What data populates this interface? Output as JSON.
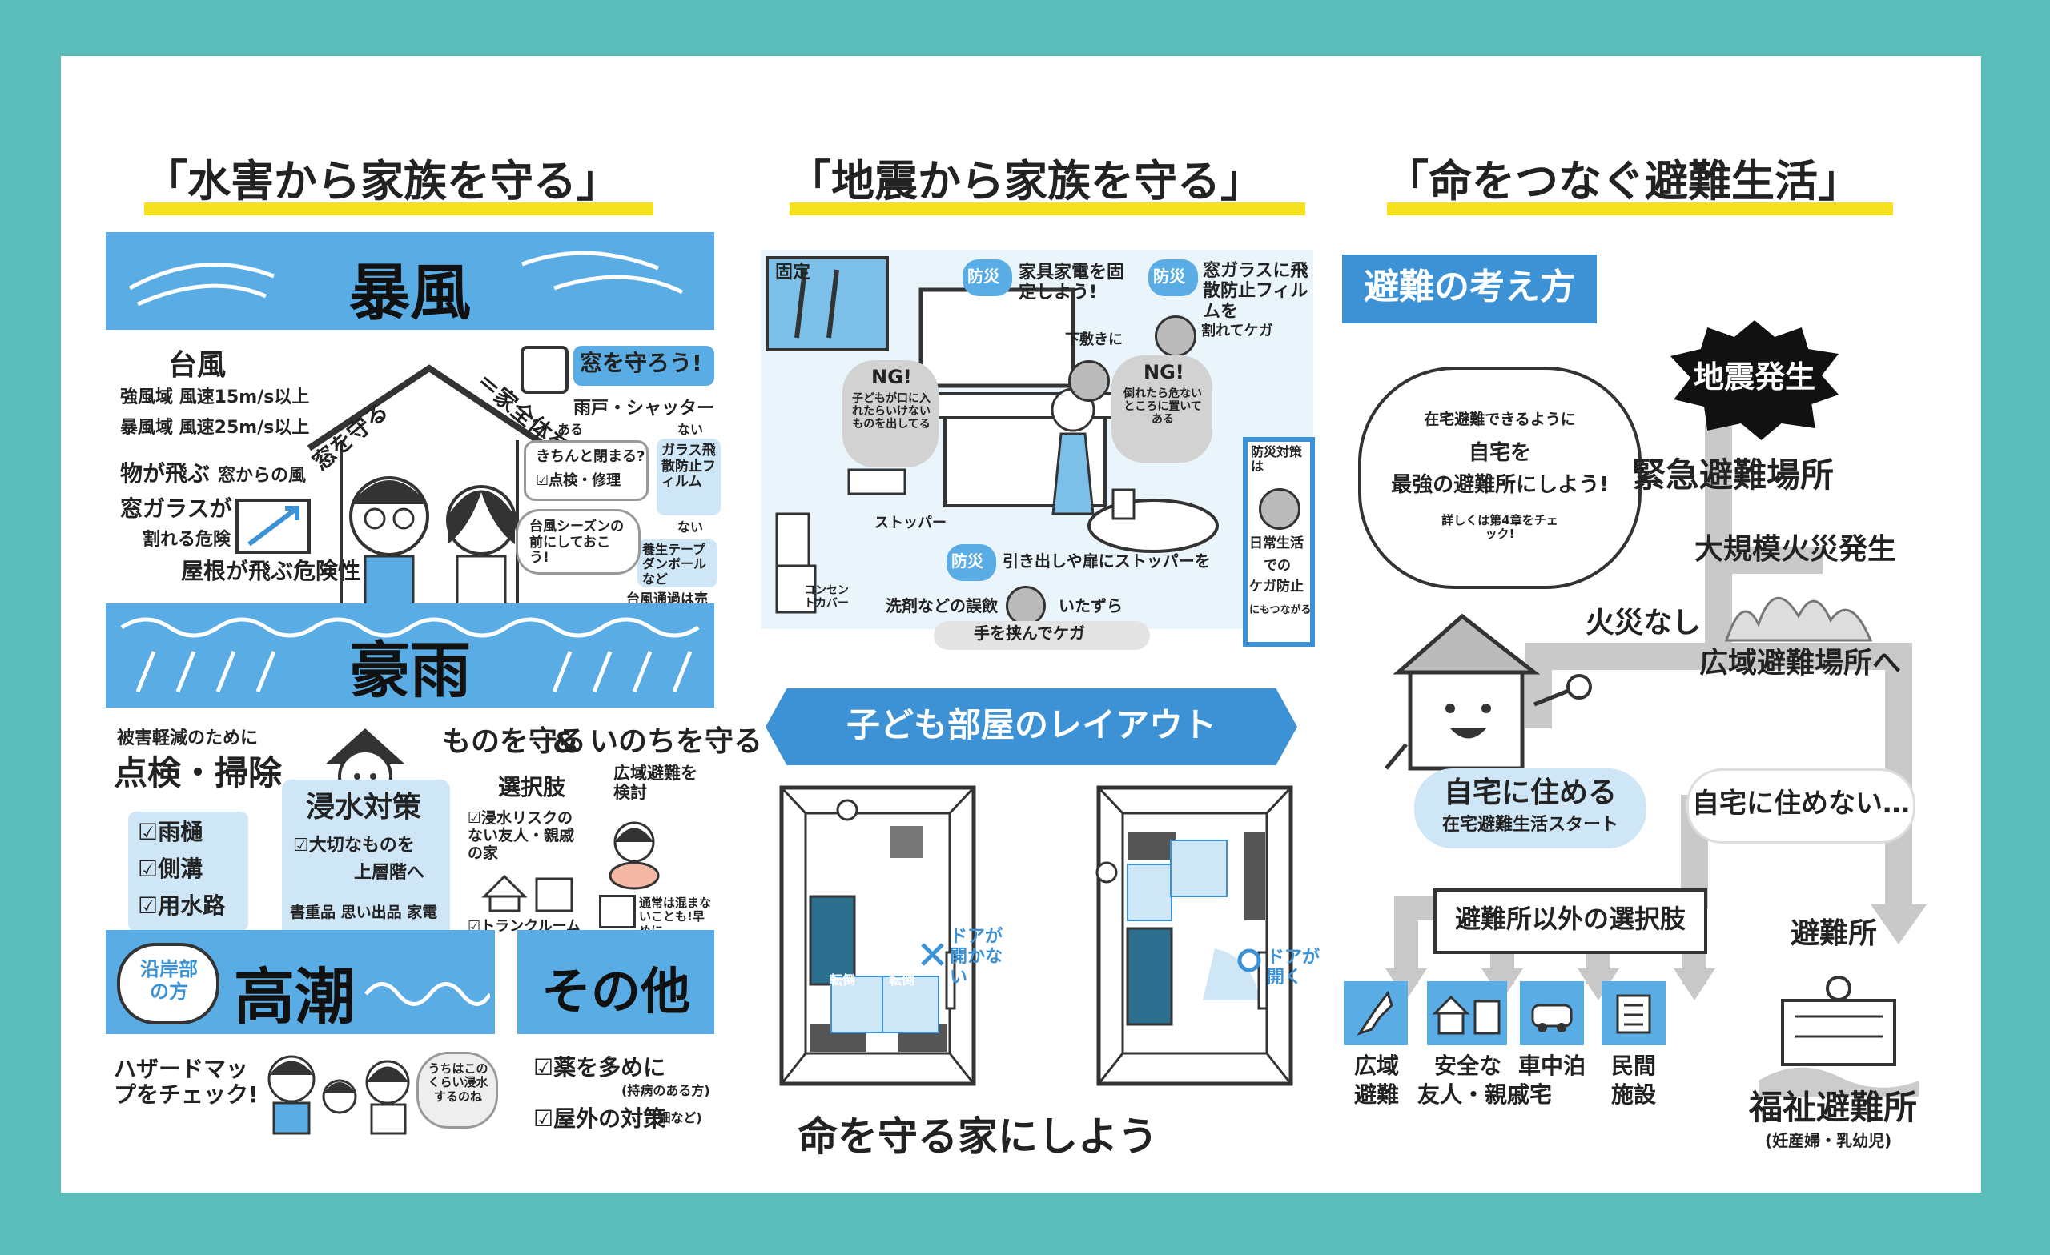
{
  "titles": {
    "flood": "「水害から家族を守る」",
    "quake": "「地震から家族を守る」",
    "life": "「命をつなぐ避難生活」"
  },
  "flood": {
    "storm": {
      "heading": "暴風",
      "typhoon": "台風",
      "zone1": "強風域 風速15m/s以上",
      "zone2": "暴風域 風速25m/s以上",
      "flying1": "物が飛ぶ",
      "from_window": "窓からの風",
      "glass1": "窓ガラスが",
      "glass2": "割れる危険",
      "roof": "屋根が飛ぶ危険性",
      "protect_window": "窓を守る",
      "protect_house": "＝家全体を守る",
      "window_title": "窓を守ろう!",
      "shutter": "雨戸・シャッター",
      "aru": "ある",
      "nai": "ない",
      "check1": "きちんと閉まる?",
      "check2": "☑点検・修理",
      "glass_film": "ガラス飛散防止フィルム",
      "nai2": "ない",
      "tape": "養生テープダンボールなど",
      "season": "台風シーズンの前にしておこう!",
      "note": "台風通過は売り切れることも!"
    },
    "rain": {
      "heading": "豪雨",
      "reduce": "被害軽減のために",
      "inspect": "点検・掃除",
      "items": [
        "☑雨樋",
        "☑側溝",
        "☑用水路"
      ],
      "protect_things": "ものを守る",
      "amp": "&",
      "protect_life": "いのちを守る",
      "flood_title": "浸水対策",
      "flood_item1": "☑大切なものを",
      "flood_item2": "上層階へ",
      "flood_tags": "書重品 思い出品 家電",
      "choice": "選択肢",
      "choice1": "☑浸水リスクのない友人・親戚の家",
      "choice2": "☑トランクルーム",
      "wide_area": "広域避難を検討",
      "early": "通常は混まないことも!早めに"
    },
    "tide": {
      "coastal": "沿岸部の方",
      "heading": "高潮",
      "hazard": "ハザードマップをチェック!",
      "bubble": "うちはこのくらい浸水するのね"
    },
    "other": {
      "heading": "その他",
      "item1": "☑薬を多めに",
      "item1_note": "(持病のある方)",
      "item2": "☑屋外の対策",
      "item2_note": "(畑など)"
    }
  },
  "quake": {
    "fixed": "固定",
    "bousai": "防災",
    "fix_furniture": "家具家電を固定しよう!",
    "fall_under": "下敷きに",
    "film": "窓ガラスに飛散防止フィルムを",
    "cut": "割れてケガ",
    "ng": "NG!",
    "ng1": "子どもが口に入れたらいけないものを出してる",
    "ng2": "倒れたら危ないところに置いてある",
    "side_title": "防災対策は",
    "side1": "日常生活",
    "side2": "での",
    "side3": "ケガ防止",
    "side4": "にもつながる",
    "stopper": "ストッパー",
    "outlet": "コンセントカバー",
    "drawer": "引き出しや扉にストッパーを",
    "detergent": "洗剤などの誤飲",
    "mischief": "いたずら",
    "pinch": "手を挟んでケガ",
    "room_banner": "子ども部屋のレイアウト",
    "door_ng": "ドアが開かない",
    "door_ok": "ドアが開く",
    "fall1": "転倒",
    "fall2": "転倒",
    "closing": "命を守る家にしよう"
  },
  "life": {
    "concept": "避難の考え方",
    "cloud1": "在宅避難できるように",
    "cloud2": "自宅を",
    "cloud3": "最強の避難所にしよう!",
    "cloud4": "詳しくは第4章をチェック!",
    "quake_occur": "地震発生",
    "emergency": "緊急避難場所",
    "big_fire": "大規模火災発生",
    "wide_area_site": "広域避難場所へ",
    "no_fire": "火災なし",
    "can_live": "自宅に住める",
    "home_start": "在宅避難生活スタート",
    "cannot_live": "自宅に住めない…",
    "options": "避難所以外の選択肢",
    "shelter": "避難所",
    "choices": [
      {
        "l1": "広域",
        "l2": "避難"
      },
      {
        "l1": "安全な",
        "l2": "友人・親戚宅"
      },
      {
        "l1": "車中泊",
        "l2": ""
      },
      {
        "l1": "民間",
        "l2": "施設"
      }
    ],
    "welfare": "福祉避難所",
    "welfare_note": "(妊産婦・乳幼児)"
  },
  "colors": {
    "teal": "#5bbdb9",
    "blue": "#5aade4",
    "yellow": "#f5e11c",
    "grey": "#c9c9c9",
    "dark": "#222222"
  }
}
